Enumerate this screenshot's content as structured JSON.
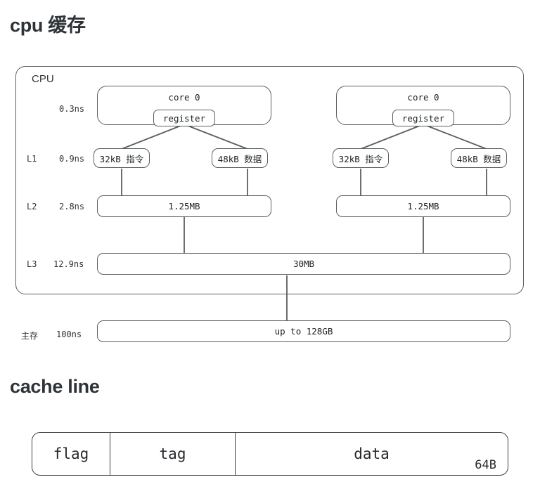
{
  "page": {
    "background": "#ffffff",
    "ink": "#2f3337",
    "stroke": "#5a5f63"
  },
  "sections": {
    "cpu_cache": {
      "heading": "cpu 缓存"
    },
    "cache_line": {
      "heading": "cache line"
    }
  },
  "cpu_diagram": {
    "container_label": "CPU",
    "rows": [
      {
        "level": "",
        "latency": "0.3ns"
      },
      {
        "level": "L1",
        "latency": "0.9ns"
      },
      {
        "level": "L2",
        "latency": "2.8ns"
      },
      {
        "level": "L3",
        "latency": "12.9ns"
      },
      {
        "level": "主存",
        "latency": "100ns"
      }
    ],
    "cores": [
      {
        "title": "core 0",
        "register": "register",
        "l1_instruction": "32kB 指令",
        "l1_data": "48kB 数据",
        "l2": "1.25MB"
      },
      {
        "title": "core 0",
        "register": "register",
        "l1_instruction": "32kB 指令",
        "l1_data": "48kB 数据",
        "l2": "1.25MB"
      }
    ],
    "l3": "30MB",
    "main_memory": "up to 128GB"
  },
  "cache_line": {
    "cells": [
      {
        "label": "flag"
      },
      {
        "label": "tag"
      },
      {
        "label": "data"
      }
    ],
    "size": "64B"
  }
}
